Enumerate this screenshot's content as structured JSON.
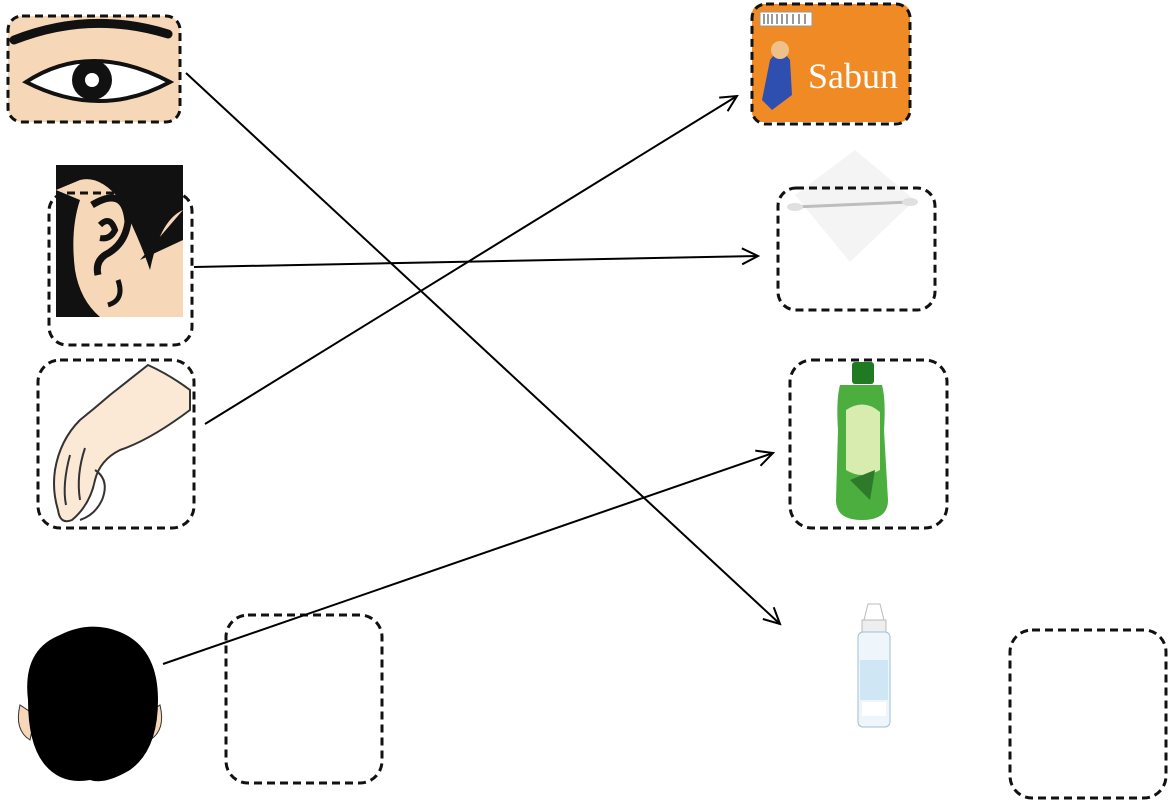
{
  "worksheet": {
    "left_items": [
      {
        "id": "eye",
        "icon": "eye-icon"
      },
      {
        "id": "ear",
        "icon": "ear-icon"
      },
      {
        "id": "hand",
        "icon": "hand-icon"
      },
      {
        "id": "hair",
        "icon": "head-hair-icon"
      }
    ],
    "right_items": [
      {
        "id": "soap",
        "icon": "soap-bar-icon",
        "label": "Sabun"
      },
      {
        "id": "cotton-bud",
        "icon": "cotton-bud-icon"
      },
      {
        "id": "shampoo",
        "icon": "shampoo-bottle-icon"
      },
      {
        "id": "eye-drops",
        "icon": "eye-drops-icon"
      }
    ],
    "connections": [
      {
        "from": "eye",
        "to": "eye-drops"
      },
      {
        "from": "ear",
        "to": "cotton-bud"
      },
      {
        "from": "hand",
        "to": "soap"
      },
      {
        "from": "hair",
        "to": "shampoo"
      }
    ],
    "colors": {
      "line": "#000000",
      "skin": "#f6d7b8",
      "soap_orange": "#f08a24",
      "shampoo_green": "#4cae3f",
      "hair": "#000000"
    }
  }
}
